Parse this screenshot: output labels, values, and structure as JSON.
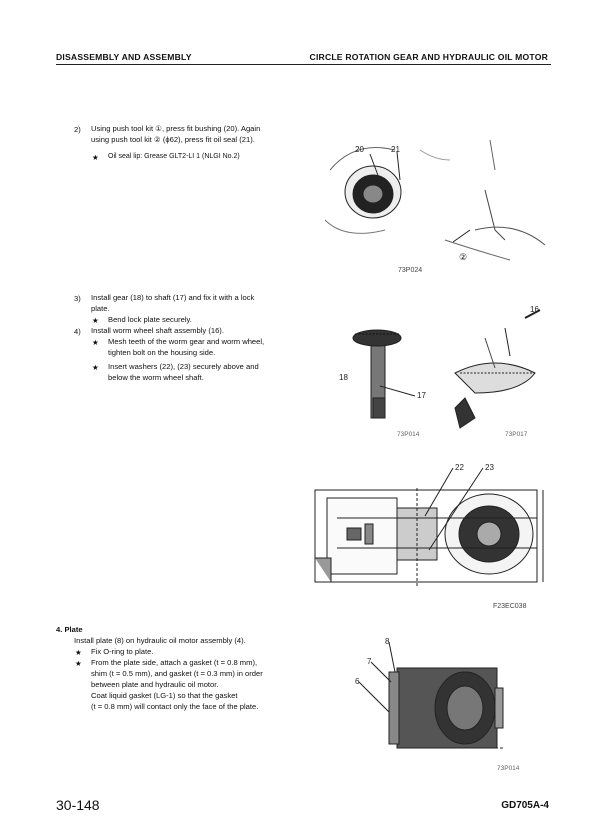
{
  "header": {
    "left": "DISASSEMBLY AND ASSEMBLY",
    "right": "CIRCLE ROTATION GEAR AND HYDRAULIC OIL MOTOR"
  },
  "step2": {
    "number": "2)",
    "line1": "Using push tool kit ①, press fit bushing (20). Again",
    "line2": "using push tool kit ② (ϕ62), press fit oil seal (21).",
    "note_star": "★",
    "note": "Oil seal lip:   Grease  GLT2-LI 1 (NLGI No.2)"
  },
  "step3": {
    "number": "3)",
    "line1": "Install gear (18) to shaft (17) and fix it with a lock",
    "line2": "plate.",
    "note_star": "★",
    "note": "Bend lock plate securely."
  },
  "step4": {
    "number": "4)",
    "line1": "Install worm wheel shaft assembly (16).",
    "note1_star": "★",
    "note1_line1": "Mesh teeth of the worm gear and worm wheel,",
    "note1_line2": "tighten bolt on the housing side.",
    "note2_star": "★",
    "note2_line1": "Insert washers (22), (23) securely above and",
    "note2_line2": "below the worm wheel shaft."
  },
  "section4": {
    "heading": "4.   Plate",
    "intro": "Install plate (8) on hydraulic oil motor assembly (4).",
    "note1_star": "★",
    "note1": "Fix O-ring to plate.",
    "note2_star": "★",
    "note2_lines": [
      "From the plate side, attach a gasket (t = 0.8 mm),",
      "shim (t = 0.5 mm), and gasket (t = 0.3 mm) in order",
      "between plate and hydraulic oil motor.",
      "Coat  liquid  gasket  (LG-1)  so  that  the  gasket",
      "(t = 0.8 mm) will contact only the face of the plate."
    ]
  },
  "figures": {
    "fig1": {
      "callouts": [
        "20",
        "21",
        "②"
      ],
      "id": "73P024"
    },
    "fig2": {
      "callouts": [
        "16",
        "18",
        "17"
      ],
      "id_left": "73P014",
      "id_right": "73P017"
    },
    "fig3": {
      "callouts": [
        "22",
        "23"
      ],
      "id": "F23EC038"
    },
    "fig4": {
      "callouts": [
        "8",
        "7",
        "6"
      ],
      "id": "73P014"
    }
  },
  "footer": {
    "page": "30-148",
    "model": "GD705A-4"
  }
}
